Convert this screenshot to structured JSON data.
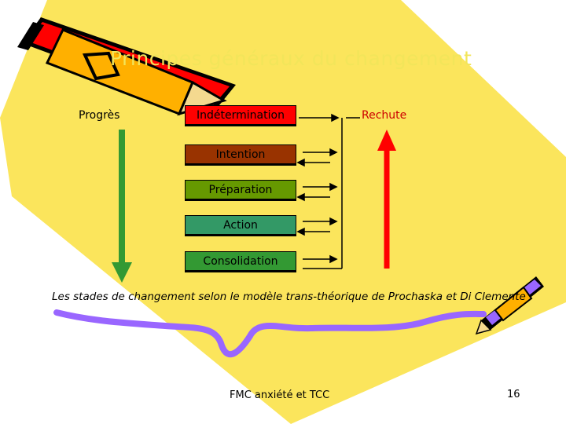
{
  "slide": {
    "title": "Principes généraux du changement",
    "progress_label": "Progrès",
    "relapse_label": "Rechute",
    "caption": "Les stades de changement selon le modèle trans-théorique de Prochaska et Di Clemente",
    "footer": "FMC  anxiété et TCC",
    "page_number": "16"
  },
  "stages": [
    {
      "label": "Indétermination",
      "color": "#ff0000"
    },
    {
      "label": "Intention",
      "color": "#993300"
    },
    {
      "label": "Préparation",
      "color": "#669900"
    },
    {
      "label": "Action",
      "color": "#339966"
    },
    {
      "label": "Consolidation",
      "color": "#339933"
    }
  ],
  "colors": {
    "background": "#fbe55c",
    "progress_arrow": "#339933",
    "relapse_arrow": "#ff0000",
    "underline_squiggle": "#9966ff"
  }
}
